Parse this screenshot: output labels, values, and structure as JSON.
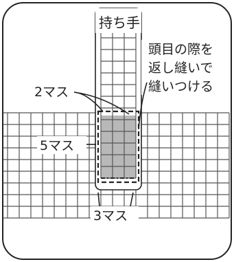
{
  "colors": {
    "line": "#222222",
    "grid": "#555555",
    "fill": "#b8b8b8",
    "background": "#ffffff"
  },
  "labels": {
    "handle": "持ち手",
    "note_line1": "頭目の際を",
    "note_line2": "返し縫いで",
    "note_line3": "縫いつける",
    "two_squares": "2マス",
    "five_squares": "5マス",
    "three_squares": "3マス"
  },
  "grid": {
    "handle_columns": 3,
    "handle_rows_above_fabric": 5,
    "fabric_rows": 9,
    "fabric_columns": 18
  },
  "overlay": {
    "width_squares": 3,
    "overlap_squares": 5,
    "stitch_offset_squares": 2
  }
}
